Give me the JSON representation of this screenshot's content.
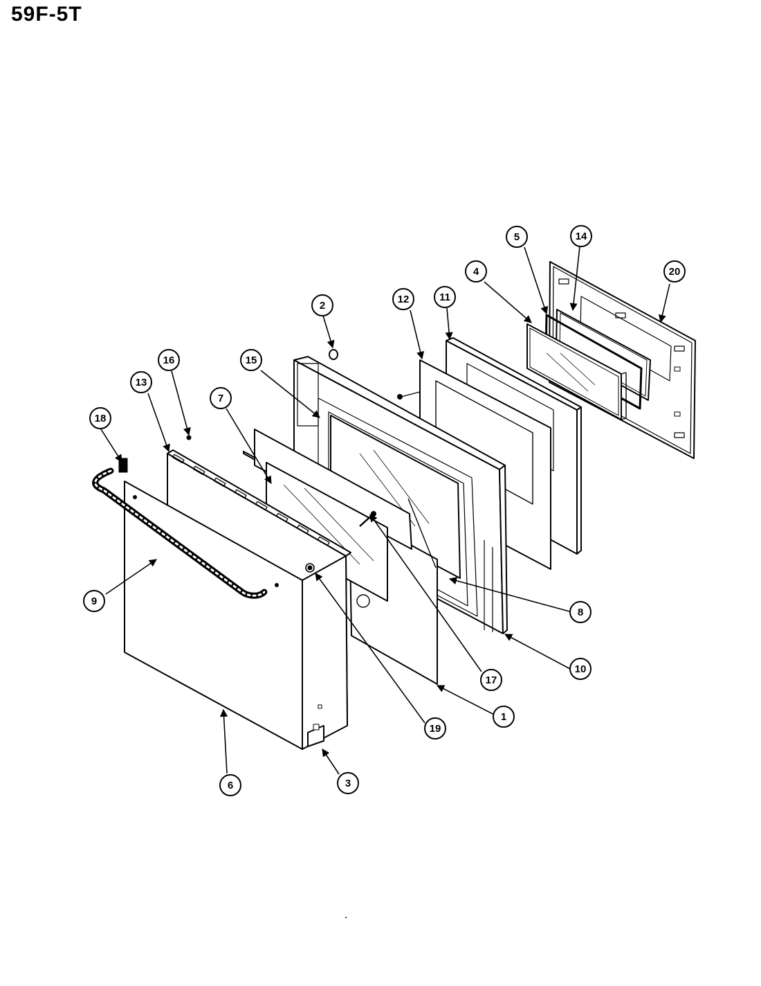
{
  "title": "59F-5T",
  "callouts": [
    {
      "id": "c1",
      "label": "1"
    },
    {
      "id": "c2",
      "label": "2"
    },
    {
      "id": "c3",
      "label": "3"
    },
    {
      "id": "c4",
      "label": "4"
    },
    {
      "id": "c5",
      "label": "5"
    },
    {
      "id": "c6",
      "label": "6"
    },
    {
      "id": "c7",
      "label": "7"
    },
    {
      "id": "c8",
      "label": "8"
    },
    {
      "id": "c9",
      "label": "9"
    },
    {
      "id": "c10",
      "label": "10"
    },
    {
      "id": "c11",
      "label": "11"
    },
    {
      "id": "c12",
      "label": "12"
    },
    {
      "id": "c13",
      "label": "13"
    },
    {
      "id": "c14",
      "label": "14"
    },
    {
      "id": "c15",
      "label": "15"
    },
    {
      "id": "c16",
      "label": "16"
    },
    {
      "id": "c17",
      "label": "17"
    },
    {
      "id": "c18",
      "label": "18"
    },
    {
      "id": "c19",
      "label": "19"
    },
    {
      "id": "c20",
      "label": "20"
    }
  ]
}
